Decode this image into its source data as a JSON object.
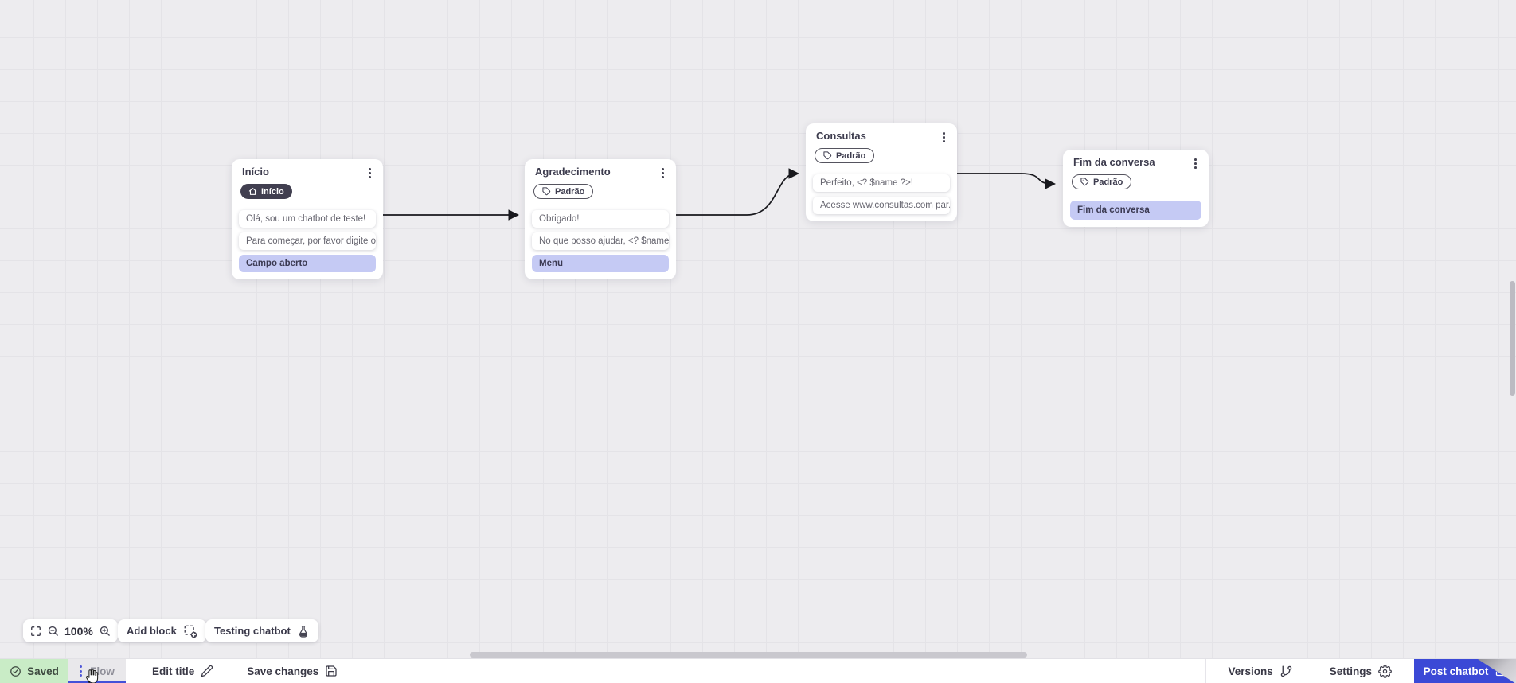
{
  "canvas": {
    "nodes": [
      {
        "title": "Início",
        "badge": "Início",
        "rows": [
          "Olá, sou um chatbot de teste!",
          "Para começar, por favor digite o ...",
          "Campo aberto"
        ]
      },
      {
        "title": "Agradecimento",
        "badge": "Padrão",
        "rows": [
          "Obrigado!",
          "No que posso ajudar, <? $name ...",
          "Menu"
        ]
      },
      {
        "title": "Consultas",
        "badge": "Padrão",
        "rows": [
          "Perfeito, <? $name ?>!",
          "Acesse www.consultas.com par..."
        ]
      },
      {
        "title": "Fim da conversa",
        "badge": "Padrão",
        "rows": [
          "Fim da conversa"
        ]
      }
    ]
  },
  "toolbar": {
    "zoom_level": "100%",
    "add_block": "Add block",
    "testing_chatbot": "Testing chatbot"
  },
  "statusbar": {
    "saved": "Saved",
    "flow_tab": "Flow",
    "edit_title": "Edit title",
    "save_changes": "Save changes",
    "versions": "Versions",
    "settings": "Settings",
    "post_chatbot": "Post chatbot"
  },
  "colors": {
    "accent_blue": "#3b49d6",
    "saved_green": "#c9ecc6",
    "action_lavender": "#c5caf4",
    "badge_dark": "#413f50",
    "canvas_bg": "#edecef",
    "connector": "#18181d"
  }
}
